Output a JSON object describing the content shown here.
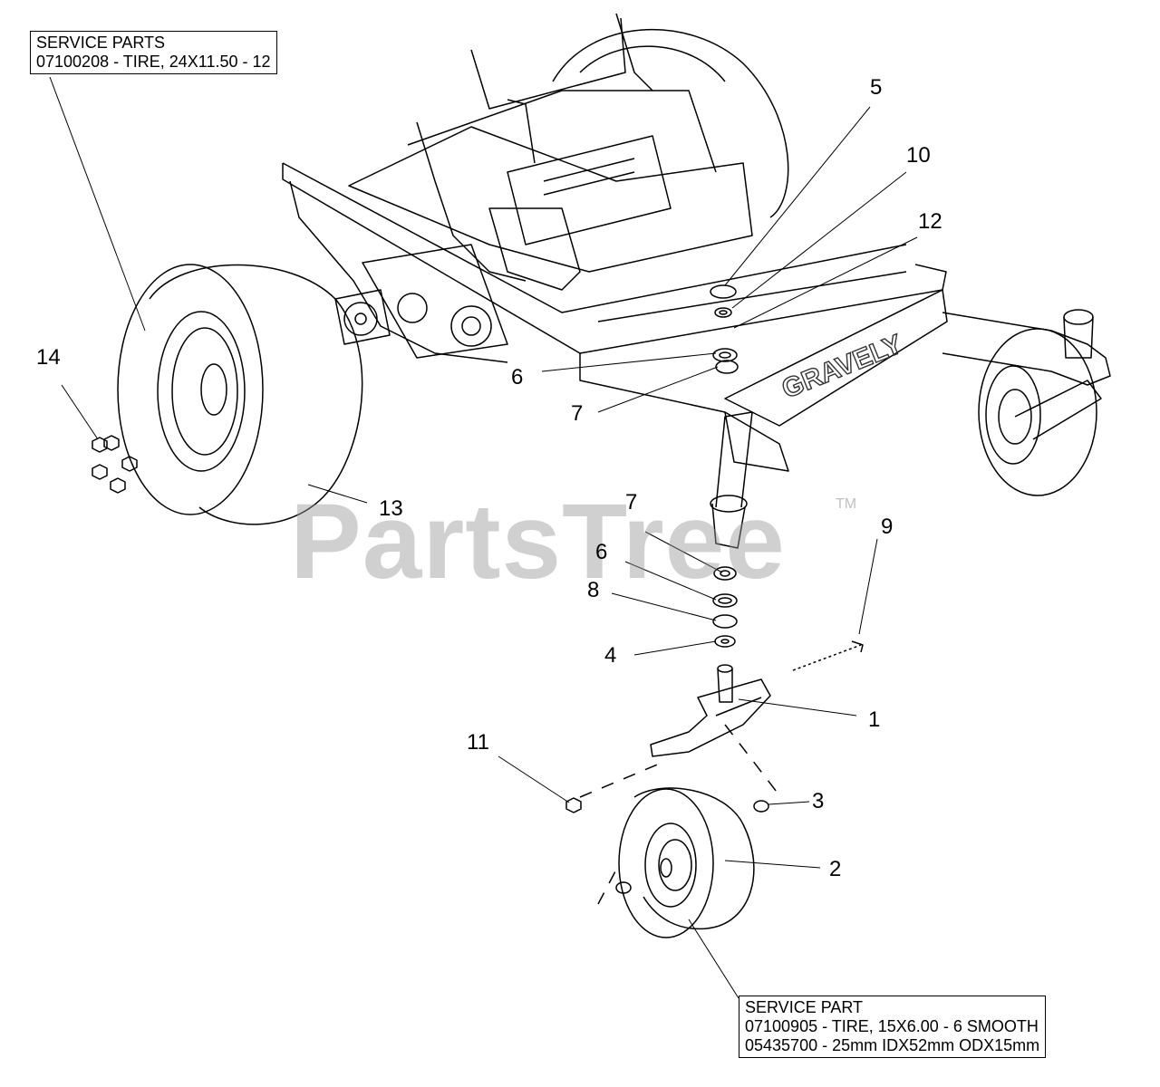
{
  "callouts": [
    "1",
    "2",
    "3",
    "4",
    "5",
    "6",
    "6",
    "7",
    "7",
    "8",
    "9",
    "10",
    "11",
    "12",
    "13",
    "14"
  ],
  "service_box_top": {
    "heading": "SERVICE PARTS",
    "line1": "07100208 - TIRE, 24X11.50 - 12"
  },
  "service_box_bottom": {
    "heading": "SERVICE PART",
    "line1": "07100905 - TIRE, 15X6.00 - 6 SMOOTH",
    "line2": "05435700 - 25mm IDX52mm ODX15mm"
  },
  "brand_label": "GRAVELY",
  "watermark": {
    "text": "PartsTree",
    "mark": "TM"
  },
  "colors": {
    "line": "#000000",
    "watermark": "#969696"
  }
}
